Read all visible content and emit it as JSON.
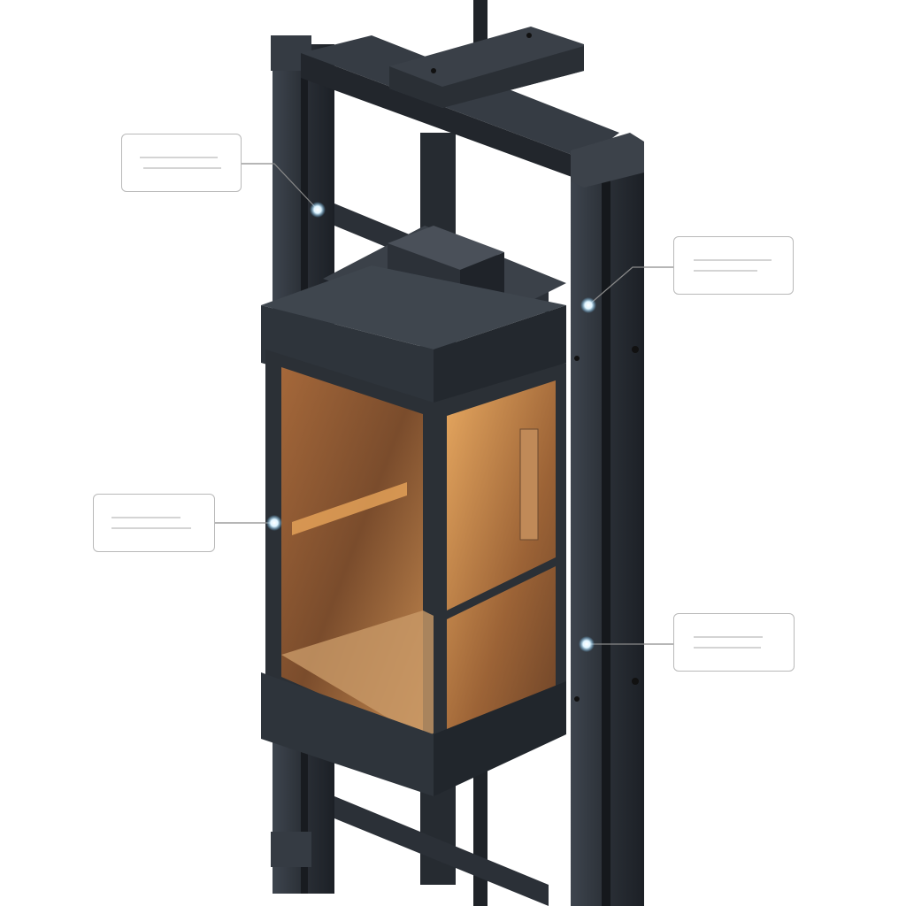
{
  "colors": {
    "frame": "#2f353d",
    "frame_highlight": "#4a525c",
    "glass_warm": "#c98a4a",
    "glow": "#e9a55a",
    "callout_border": "#b9b9b9",
    "marker": "#e8f6ff"
  },
  "callouts": [
    {
      "id": "top-left"
    },
    {
      "id": "top-right"
    },
    {
      "id": "middle-left"
    },
    {
      "id": "bottom-right"
    }
  ]
}
